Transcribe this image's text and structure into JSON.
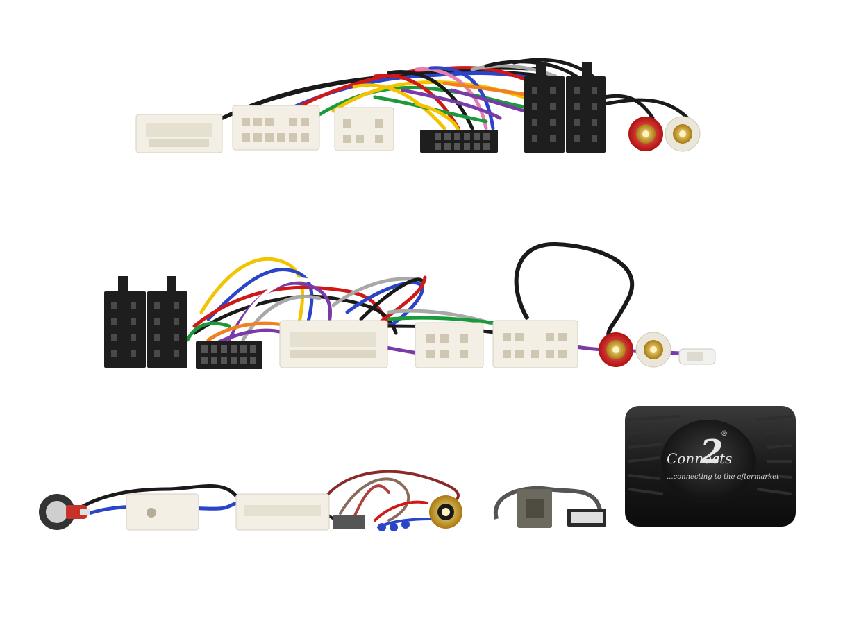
{
  "image": {
    "background": "#ffffff",
    "description_items": [
      "iso-harness-top",
      "iso-harness-middle",
      "antenna-adapter",
      "camera-harness",
      "usb-adapter",
      "interface-box"
    ]
  },
  "logo": {
    "brand_top": "2",
    "brand_script": "Connects",
    "registered": "®",
    "tagline": "...connecting to the aftermarket"
  },
  "colors": {
    "connector_white": "#f3efe4",
    "connector_black": "#222222",
    "rca_red": "#d42020",
    "rca_white": "#e8e4da",
    "rca_gold": "#d2a020",
    "wire_yellow": "#f2c400",
    "wire_red": "#d01818",
    "wire_blue": "#2a45c8",
    "wire_purple": "#7a3aa8",
    "wire_green": "#1a9a3a",
    "wire_orange": "#f08020",
    "wire_pink": "#e080b0",
    "wire_black": "#1a1a1a",
    "wire_grey": "#a8a8a8",
    "box_black": "#1b1b1b"
  }
}
